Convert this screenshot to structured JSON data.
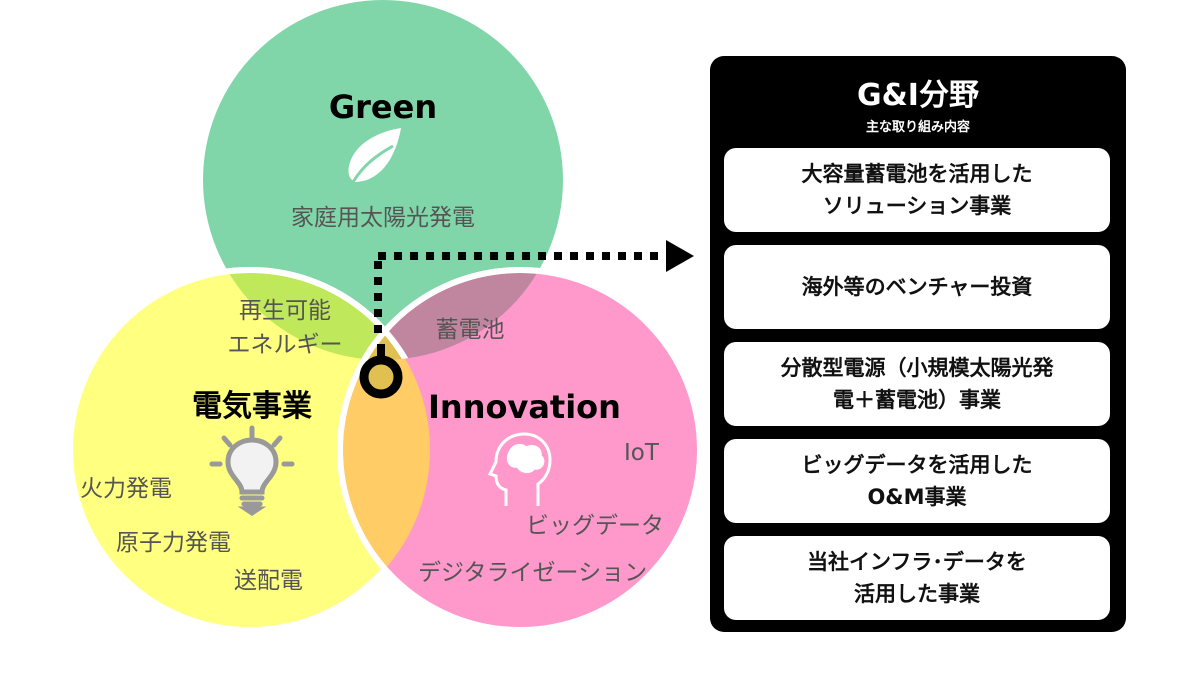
{
  "venn": {
    "green": {
      "title": "Green",
      "icon": "leaf-icon",
      "items": [
        "家庭用太陽光発電"
      ],
      "color": "#80d6a9"
    },
    "electric": {
      "title": "電気事業",
      "icon": "lightbulb-icon",
      "items": [
        "火力発電",
        "原子力発電",
        "送配電"
      ],
      "color": "#ffff80"
    },
    "innovation": {
      "title": "Innovation",
      "icon": "brain-head-icon",
      "items": [
        "IoT",
        "ビッグデータ",
        "デジタライゼーション"
      ],
      "color": "#ff99cc"
    },
    "overlaps": {
      "green_electric": {
        "label_line1": "再生可能",
        "label_line2": "エネルギー",
        "color": "#bfe85a"
      },
      "green_innovation": {
        "label": "蓄電池",
        "color": "#c0869f"
      },
      "electric_innovation": {
        "color": "#ffcc66"
      },
      "center": {
        "color": "#e0c050"
      }
    }
  },
  "connector": {
    "icon": "dotted-arrow-icon"
  },
  "panel": {
    "title": "G&I分野",
    "subtitle": "主な取り組み内容",
    "items": [
      "大容量蓄電池を活用した\nソリューション事業",
      "海外等のベンチャー投資",
      "分散型電源（小規模太陽光発\n電＋蓄電池）事業",
      "ビッグデータを活用した\nO&M事業",
      "当社インフラ･データを\n活用した事業"
    ]
  }
}
